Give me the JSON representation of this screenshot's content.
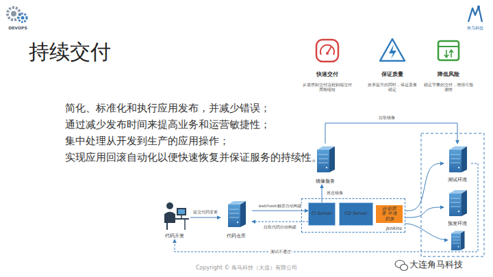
{
  "diagram": {
    "title": "持续交付",
    "nodes": [
      {
        "text": [
          "代码开发"
        ]
      },
      {
        "text": [
          "代码仓库"
        ]
      },
      {
        "text": [
          "镜像服务"
        ]
      },
      {
        "text": [
          "Jenkins"
        ]
      },
      {
        "text": [
          "CI Server"
        ],
        "in": 3
      },
      {
        "text": [
          "CD Server"
        ],
        "in": 3
      },
      {
        "text": [
          "自动部署 环境切换"
        ],
        "in": 3
      },
      {
        "text": [
          "测试环境"
        ]
      },
      {
        "text": [
          "预发环境"
        ]
      }
    ],
    "edges": [
      {
        "from": 0,
        "to": 1,
        "label": "提交代码变更",
        "arrow": "to"
      },
      {
        "from": 1,
        "to": 4,
        "label": "webhook触发自动构建",
        "arrow": "to"
      },
      {
        "from": 4,
        "to": 1,
        "label": "拉取代码自动构建",
        "arrow": "to"
      },
      {
        "from": 4,
        "to": 2,
        "label": "推送镜像",
        "arrow": "to"
      },
      {
        "from": 2,
        "to": 7,
        "label": "拉取镜像",
        "arrow": "to"
      },
      {
        "from": 3,
        "to": 7,
        "arrow": "to"
      },
      {
        "from": 3,
        "to": 8,
        "arrow": "to"
      },
      {
        "from": 7,
        "to": 0,
        "label": "测试不通过",
        "arrow": "to"
      }
    ],
    "labels": [
      "DEVOPS",
      "角马科技",
      "快速交付",
      "从需求到交付流程到端交付周期缩短",
      "保证质量",
      "效率提升的同时，保证质量稳定",
      "降低风险",
      "稳定节奏的交付，增强可预测性",
      "简化、标准化和执行应用发布，并减少错误；",
      "通过减少发布时间来提高业务和运营敏捷性；",
      "集中处理从开发到生产的应用操作；",
      "实现应用回滚自动化以便快速恢复并保证服务的持续性。",
      "Copyright © 角马科技（大连）有限公司",
      "大连角马科技"
    ]
  }
}
